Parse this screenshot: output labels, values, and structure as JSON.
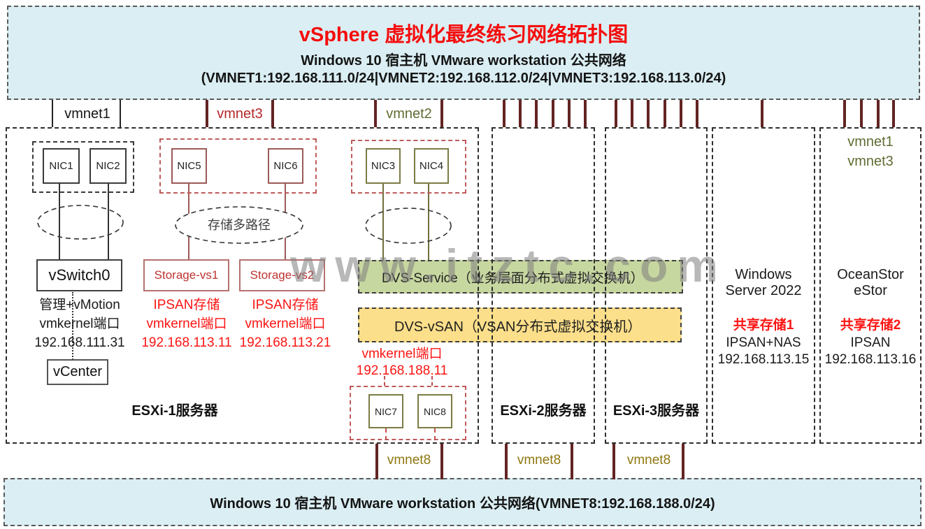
{
  "top_banner": {
    "title": "vSphere 虚拟化最终练习网络拓扑图",
    "subtitle": "Windows 10 宿主机 VMware workstation 公共网络",
    "subnets": "(VMNET1:192.168.111.0/24|VMNET2:192.168.112.0/24|VMNET3:192.168.113.0/24)"
  },
  "uplinks": {
    "vmnet1": "vmnet1",
    "vmnet3": "vmnet3",
    "vmnet2": "vmnet2"
  },
  "esxi1": {
    "label": "ESXi-1服务器",
    "nics": {
      "nic1": "NIC1",
      "nic2": "NIC2",
      "nic3": "NIC3",
      "nic4": "NIC4",
      "nic5": "NIC5",
      "nic6": "NIC6",
      "nic7": "NIC7",
      "nic8": "NIC8"
    },
    "multipath_label": "存储多路径",
    "vswitch0": {
      "name": "vSwitch0",
      "desc": [
        "管理+vMotion",
        "vmkernel端口",
        "192.168.111.31"
      ]
    },
    "storage_vs1": {
      "name": "Storage-vs1",
      "desc": [
        "IPSAN存储",
        "vmkernel端口",
        "192.168.113.11"
      ]
    },
    "storage_vs2": {
      "name": "Storage-vs2",
      "desc": [
        "IPSAN存储",
        "vmkernel端口",
        "192.168.113.21"
      ]
    },
    "vcenter": "vCenter"
  },
  "dvs_service": {
    "label": "DVS-Service（业务层面分布式虚拟交换机）"
  },
  "dvs_vsan": {
    "label": "DVS-vSAN（VSAN分布式虚拟交换机）",
    "port": [
      "vmkernel端口",
      "192.168.188.11"
    ]
  },
  "esxi2": {
    "label": "ESXi-2服务器"
  },
  "esxi3": {
    "label": "ESXi-3服务器"
  },
  "windows_server": {
    "line1": "Windows",
    "line2": "Server 2022",
    "storage_label": "共享存储1",
    "storage_type": "IPSAN+NAS",
    "ip": "192.168.113.15"
  },
  "oceanstor": {
    "uplink1": "vmnet1",
    "uplink2": "vmnet3",
    "line1": "OceanStor",
    "line2": "eStor",
    "storage_label": "共享存储2",
    "storage_type": "IPSAN",
    "ip": "192.168.113.16"
  },
  "downlinks": {
    "label1": "vmnet8",
    "label2": "vmnet8",
    "label3": "vmnet8"
  },
  "bottom_banner": {
    "text": "Windows 10 宿主机 VMware workstation 公共网络(VMNET8:192.168.188.0/24)"
  },
  "watermark": {
    "text": "www.itztc.com"
  },
  "colors": {
    "banner_bg": "#daeef3",
    "dvs_service_bg": "#c7d7a0",
    "dvs_vsan_bg": "#fcdf8a",
    "connector_maroon": "#632423",
    "red_text": "#fb1513",
    "olive_text": "#5f6d33",
    "gold_text": "#8f7710"
  }
}
